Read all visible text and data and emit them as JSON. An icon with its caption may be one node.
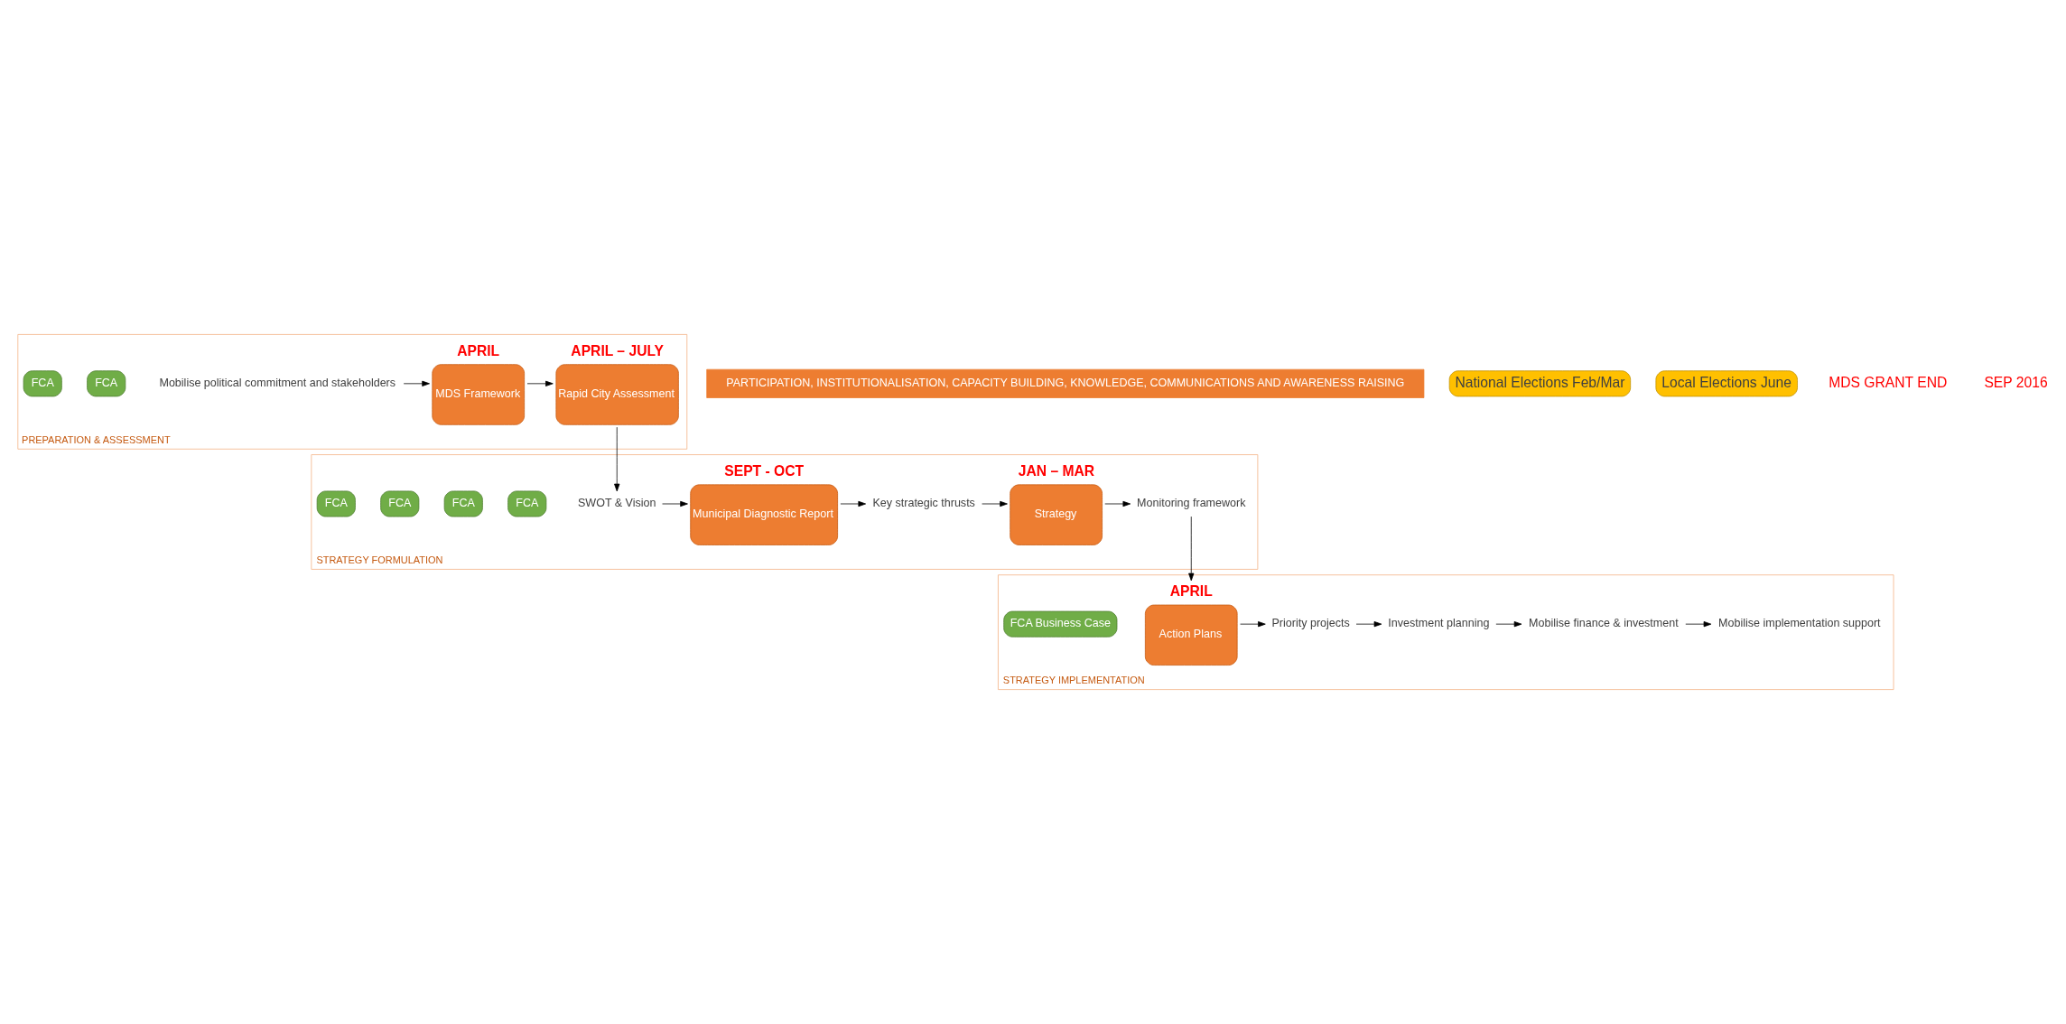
{
  "diagram": {
    "nodes": [
      {
        "text": [
          "PREPARATION & ASSESSMENT"
        ]
      },
      {
        "text": [
          "Mobilise political commitment and stakeholders"
        ],
        "in": 0
      },
      {
        "text": [
          "MDS Framework"
        ],
        "in": 0,
        "beside": [
          "APRIL"
        ]
      },
      {
        "text": [
          "FCA"
        ],
        "in": 0
      },
      {
        "text": [
          "Rapid City Assessment"
        ],
        "in": 0,
        "beside": [
          "APRIL – JULY"
        ]
      },
      {
        "text": [
          "FCA"
        ],
        "in": 0
      },
      {
        "text": [
          "STRATEGY FORMULATION"
        ]
      },
      {
        "text": [
          "SWOT & Vision"
        ],
        "in": 6
      },
      {
        "text": [
          "FCA"
        ],
        "in": 6
      },
      {
        "text": [
          "Municipal Diagnostic Report"
        ],
        "in": 6,
        "beside": [
          "SEPT - OCT"
        ]
      },
      {
        "text": [
          "FCA"
        ],
        "in": 6
      },
      {
        "text": [
          "Key strategic thrusts"
        ],
        "in": 6
      },
      {
        "text": [
          "FCA"
        ],
        "in": 6
      },
      {
        "text": [
          "Strategy"
        ],
        "in": 6,
        "beside": [
          "JAN – MAR"
        ]
      },
      {
        "text": [
          "FCA"
        ],
        "in": 6
      },
      {
        "text": [
          "Monitoring framework"
        ],
        "in": 6
      },
      {
        "text": [
          "STRATEGY IMPLEMENTATION"
        ]
      },
      {
        "text": [
          "Action Plans"
        ],
        "in": 16,
        "beside": [
          "APRIL"
        ]
      },
      {
        "text": [
          "FCA Business Case"
        ],
        "in": 16
      },
      {
        "text": [
          "Priority projects"
        ],
        "in": 16
      },
      {
        "text": [
          "Investment planning"
        ],
        "in": 16
      },
      {
        "text": [
          "Mobilise finance & investment"
        ],
        "in": 16
      },
      {
        "text": [
          "Mobilise implementation support"
        ],
        "in": 16
      },
      {
        "text": [
          "PARTICIPATION, INSTITUTIONALISATION, CAPACITY BUILDING, KNOWLEDGE, COMMUNICATIONS AND AWARENESS RAISING"
        ]
      },
      {
        "text": [
          "National Elections Feb/Mar"
        ]
      },
      {
        "text": [
          "Local Elections June"
        ]
      }
    ],
    "edges": [
      {
        "from": 1,
        "to": 2,
        "arrow": "to"
      },
      {
        "from": 2,
        "to": 4,
        "arrow": "to"
      },
      {
        "from": 4,
        "to": 7,
        "arrow": "to"
      },
      {
        "from": 7,
        "to": 9,
        "arrow": "to"
      },
      {
        "from": 9,
        "to": 11,
        "arrow": "to"
      },
      {
        "from": 11,
        "to": 13,
        "arrow": "to"
      },
      {
        "from": 13,
        "to": 15,
        "arrow": "to"
      },
      {
        "from": 15,
        "to": 17,
        "arrow": "to"
      },
      {
        "from": 17,
        "to": 19,
        "arrow": "to"
      },
      {
        "from": 19,
        "to": 20,
        "arrow": "to"
      },
      {
        "from": 20,
        "to": 21,
        "arrow": "to"
      },
      {
        "from": 21,
        "to": 22,
        "arrow": "to"
      }
    ],
    "labels": [
      "MDS GRANT END",
      "SEP 2016"
    ]
  }
}
